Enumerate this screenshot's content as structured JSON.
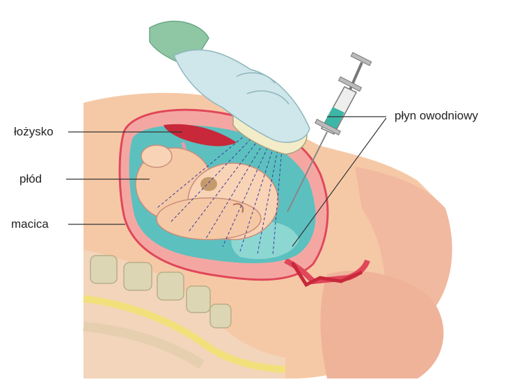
{
  "diagram": {
    "labels": {
      "placenta": "łożysko",
      "fetus": "płód",
      "uterus": "macica",
      "amniotic_fluid": "płyn owodniowy"
    },
    "colors": {
      "skin": "#f6c9a6",
      "skin_dark": "#e8a98a",
      "uterus_wall": "#f08a8a",
      "uterus_line": "#e0475a",
      "placenta": "#c8283a",
      "amniotic_fluid": "#5cc0bf",
      "amniotic_light": "#9adcd8",
      "glove": "#cfe6ea",
      "sleeve": "#8fc7a5",
      "probe": "#f3ecc8",
      "syringe_fluid": "#3cb6a6",
      "spine_bone": "#ddd6b4",
      "leader_line": "#333333"
    }
  }
}
